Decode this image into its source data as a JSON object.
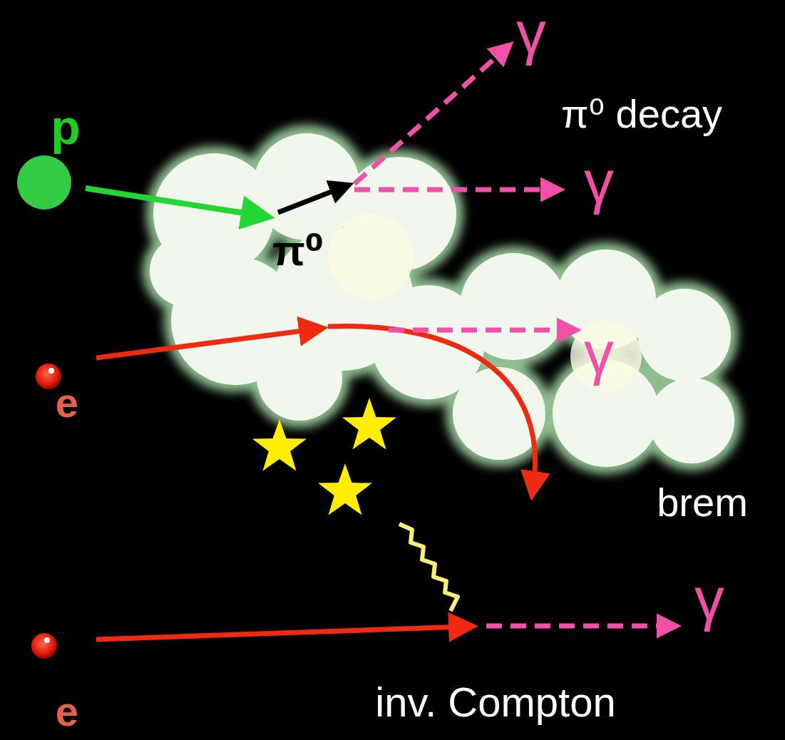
{
  "diagram": {
    "labels": [
      "γ",
      "p",
      "π⁰ decay",
      "γ",
      "π⁰",
      "γ",
      "e",
      "brem",
      "γ",
      "e",
      "inv. Compton"
    ]
  }
}
